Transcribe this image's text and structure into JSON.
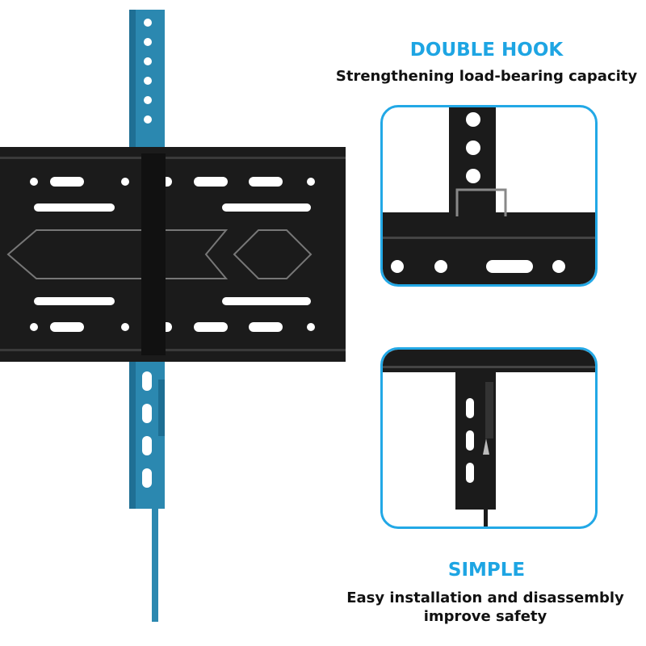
{
  "feature1": {
    "title": "DOUBLE HOOK",
    "subtitle": "Strengthening load-bearing capacity"
  },
  "feature2": {
    "title": "SIMPLE",
    "line1": "Easy installation and disassembly",
    "line2": "improve safety"
  },
  "colors": {
    "accent": "#1ea5e3",
    "arm": "#2b88b0",
    "plate": "#1b1b1b"
  }
}
